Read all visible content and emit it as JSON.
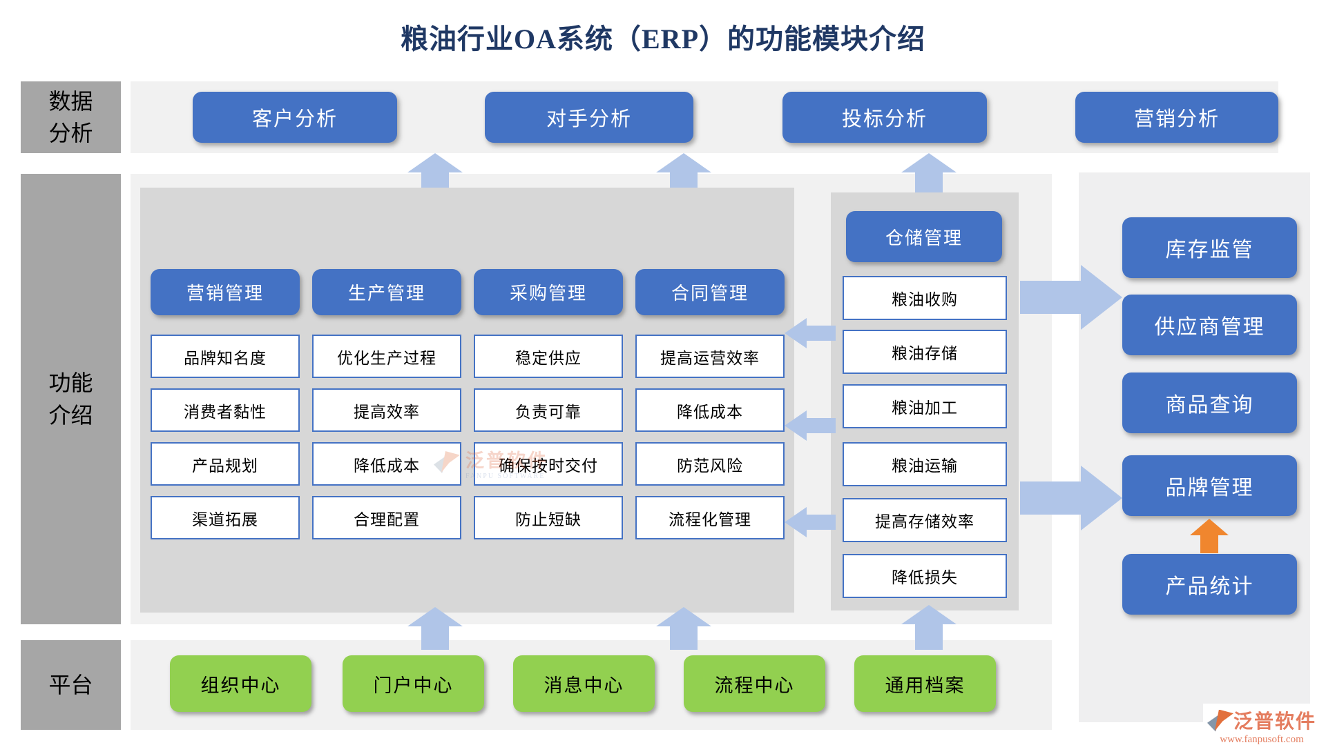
{
  "title": "粮油行业OA系统（ERP）的功能模块介绍",
  "sidebar": {
    "row1": "数据分析",
    "row2": "功能介绍",
    "row3": "平台"
  },
  "analysis": {
    "items": [
      "客户分析",
      "对手分析",
      "投标分析",
      "营销分析"
    ]
  },
  "columns": [
    {
      "header": "营销管理",
      "cells": [
        "品牌知名度",
        "消费者黏性",
        "产品规划",
        "渠道拓展"
      ]
    },
    {
      "header": "生产管理",
      "cells": [
        "优化生产过程",
        "提高效率",
        "降低成本",
        "合理配置"
      ]
    },
    {
      "header": "采购管理",
      "cells": [
        "稳定供应",
        "负责可靠",
        "确保按时交付",
        "防止短缺"
      ]
    },
    {
      "header": "合同管理",
      "cells": [
        "提高运营效率",
        "降低成本",
        "防范风险",
        "流程化管理"
      ]
    }
  ],
  "warehouse": {
    "header": "仓储管理",
    "cells": [
      "粮油收购",
      "粮油存储",
      "粮油加工",
      "粮油运输",
      "提高存储效率",
      "降低损失"
    ]
  },
  "modules": {
    "items": [
      "库存监管",
      "供应商管理",
      "商品查询",
      "品牌管理",
      "产品统计"
    ]
  },
  "platform": {
    "items": [
      "组织中心",
      "门户中心",
      "消息中心",
      "流程中心",
      "通用档案"
    ]
  },
  "watermark": {
    "brand": "泛普软件",
    "brand_en": "FANPU SOFTWARE",
    "url": "www.fanpusoft.com"
  },
  "colors": {
    "accent_blue": "#4472C4",
    "green": "#92D050",
    "arrow_blue": "#B0C5E8",
    "arrow_orange": "#F0862E",
    "sidebar_gray": "#A6A6A6",
    "panel_gray": "#D7D7D7",
    "band_gray": "#F1F1F1",
    "title_navy": "#1F3864",
    "logo_coral": "#E47C5E"
  }
}
